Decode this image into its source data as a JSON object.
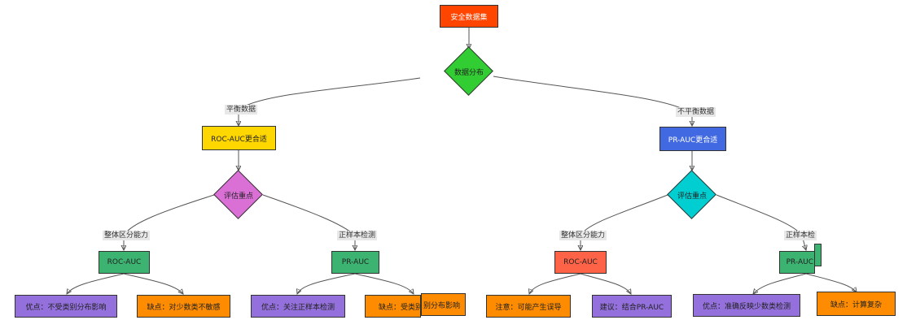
{
  "nodes": {
    "root": "安全数据集",
    "dist": "数据分布",
    "roc_fit": "ROC-AUC更合适",
    "pr_fit": "PR-AUC更合适",
    "focus_left": "评估重点",
    "focus_right": "评估重点",
    "roc_left": "ROC-AUC",
    "pr_left": "PR-AUC",
    "roc_right": "ROC-AUC",
    "pr_right": "PR-AUC",
    "leaf1": "优点：不受类别分布影响",
    "leaf2": "缺点：对少数类不敏感",
    "leaf3": "优点：关注正样本检测",
    "leaf4": "缺点：受类别",
    "leaf4b": "别分布影响",
    "leaf5": "注意：可能产生误导",
    "leaf6": "建议：结合PR-AUC",
    "leaf7": "优点：准确反映少数类检测",
    "leaf8": "缺点：计算复杂"
  },
  "edge_labels": {
    "balanced": "平衡数据",
    "imbalanced": "不平衡数据",
    "overall_left": "整体区分能力",
    "positive_left": "正样本检测",
    "overall_right": "整体区分能力",
    "positive_right": "正样本检"
  },
  "colors": {
    "root": "#ff4500",
    "dist": "#32cd32",
    "roc_fit": "#ffd700",
    "pr_fit": "#4169e1",
    "focus_left": "#da70d6",
    "focus_right": "#00ced1",
    "green_box": "#3cb371",
    "tomato": "#ff6347",
    "purple": "#9370db",
    "orange": "#ff8c00"
  }
}
